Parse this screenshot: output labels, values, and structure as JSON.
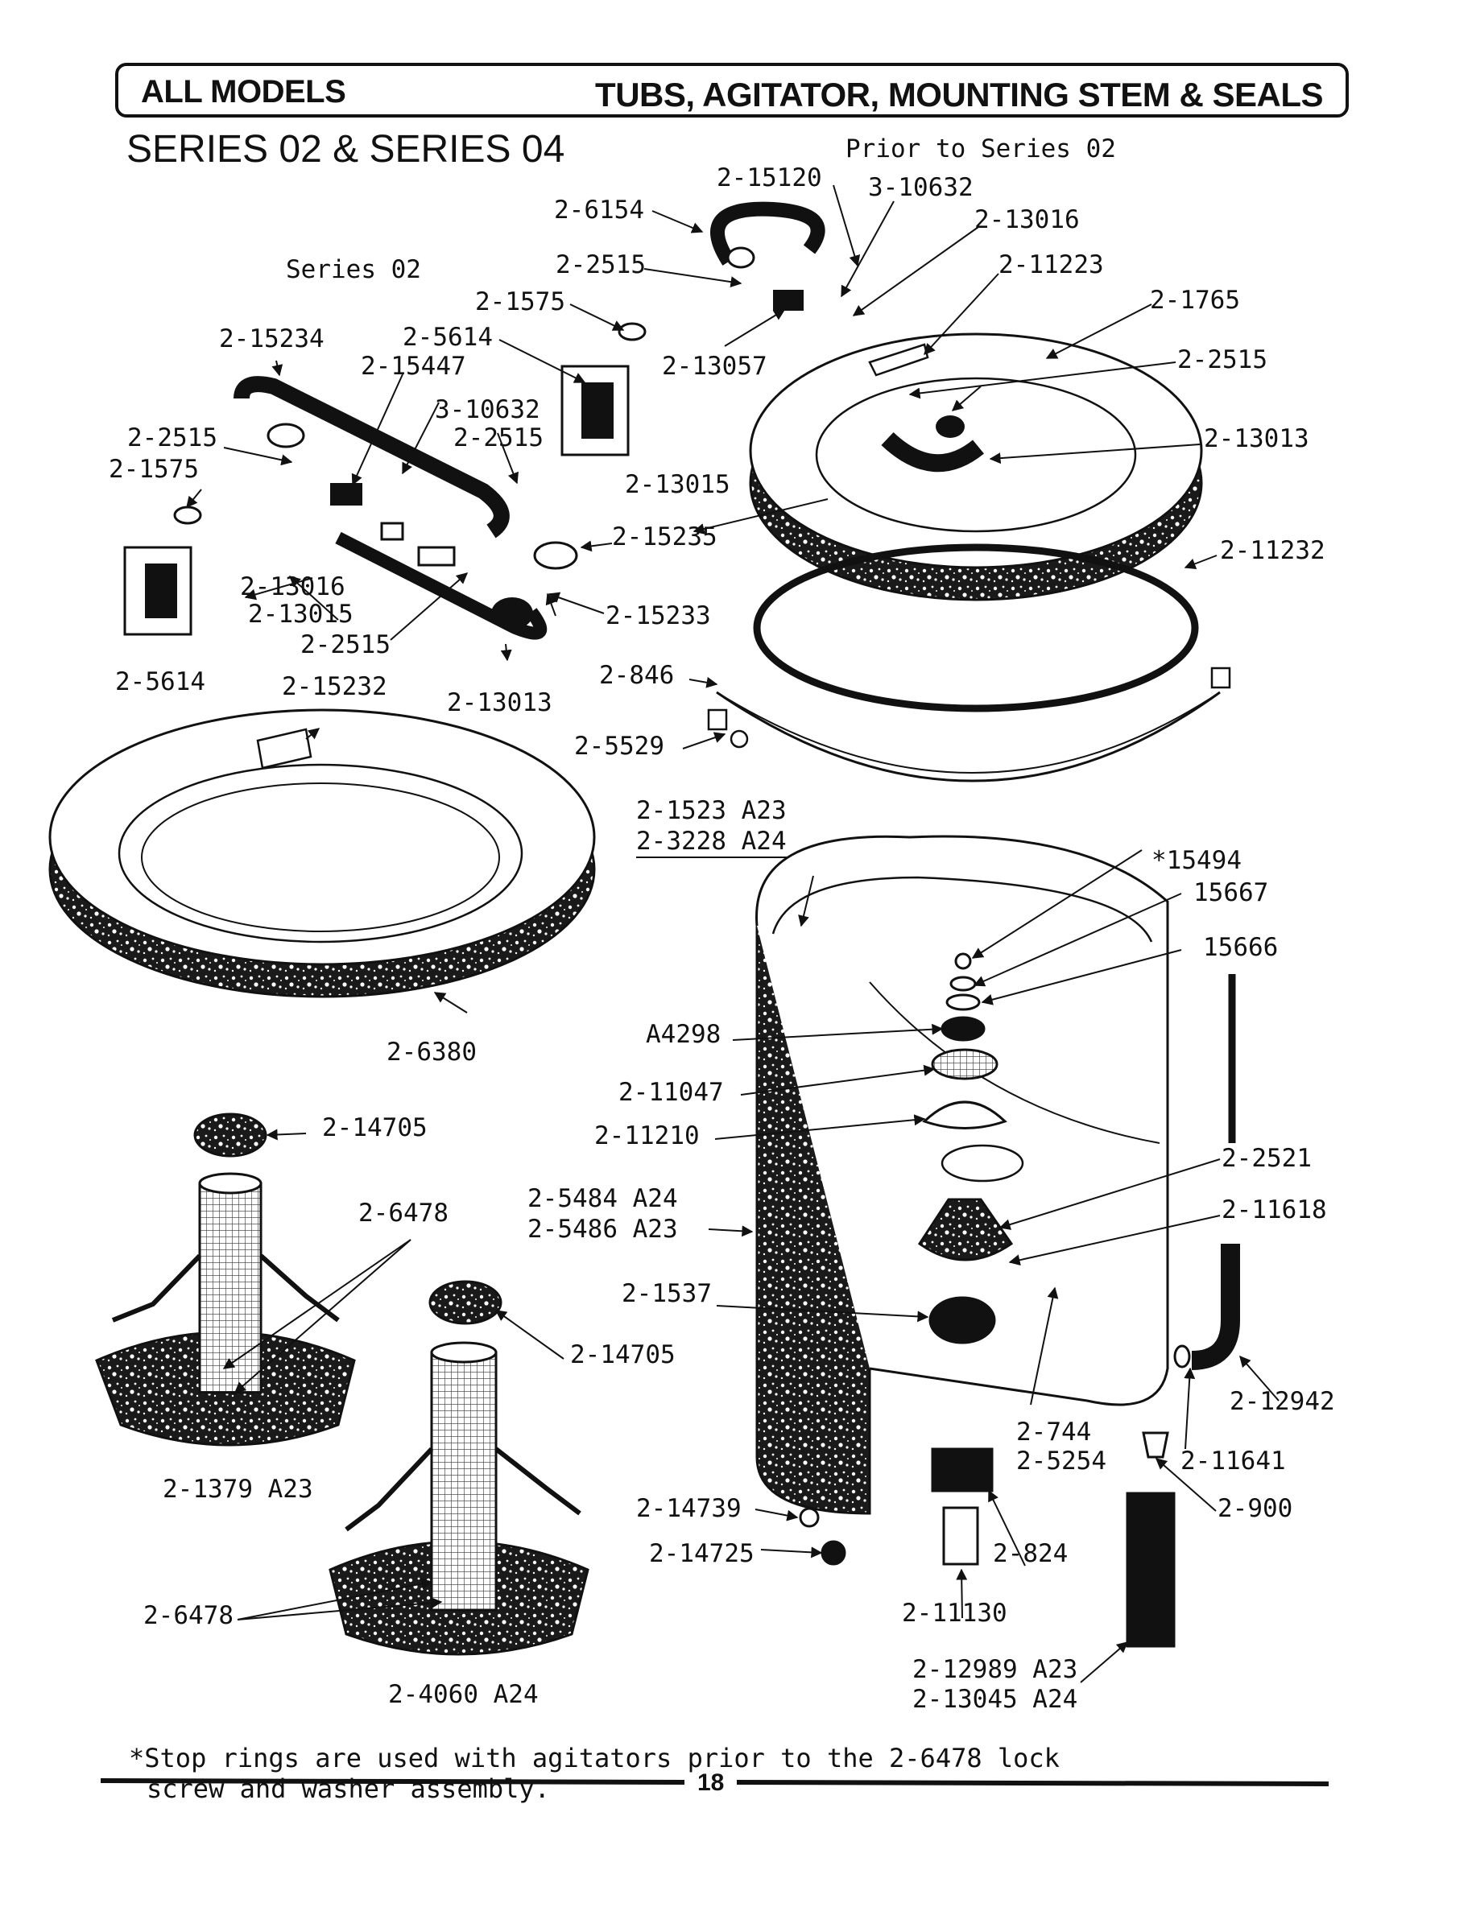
{
  "header": {
    "left_title": "ALL MODELS",
    "right_title": "TUBS, AGITATOR, MOUNTING STEM & SEALS"
  },
  "series_title": "SERIES 02 & SERIES 04",
  "labels": {
    "prior_to_series_02": "Prior to Series 02",
    "series_02": "Series 02",
    "p_2_15120": "2-15120",
    "p_3_10632_top": "3-10632",
    "p_2_6154": "2-6154",
    "p_2_13016_top": "2-13016",
    "p_2_2515_top": "2-2515",
    "p_2_11223": "2-11223",
    "p_2_1575_top": "2-1575",
    "p_2_1765": "2-1765",
    "p_2_15234": "2-15234",
    "p_2_5614_top": "2-5614",
    "p_2_13057": "2-13057",
    "p_2_2515_right": "2-2515",
    "p_2_15447": "2-15447",
    "p_3_10632_mid": "3-10632",
    "p_2_2515_mid": "2-2515",
    "p_2_13013_right": "2-13013",
    "p_2_2515_left": "2-2515",
    "p_2_1575_left": "2-1575",
    "p_2_13015_right": "2-13015",
    "p_2_15235": "2-15235",
    "p_2_11232": "2-11232",
    "p_2_13016_left": "2-13016",
    "p_2_13015_left": "2-13015",
    "p_2_15233": "2-15233",
    "p_2_2515_low": "2-2515",
    "p_2_846": "2-846",
    "p_2_5614_left": "2-5614",
    "p_2_15232": "2-15232",
    "p_2_13013_low": "2-13013",
    "p_2_5529": "2-5529",
    "p_2_1523": "2-1523 A23",
    "p_2_3228": "2-3228 A24",
    "p_15494": "*15494",
    "p_15667": "15667",
    "p_15666": "15666",
    "p_2_6380": "2-6380",
    "p_a4298": "A4298",
    "p_2_11047": "2-11047",
    "p_2_14705_top": "2-14705",
    "p_2_11210": "2-11210",
    "p_2_2521": "2-2521",
    "p_2_6478_top": "2-6478",
    "p_2_5484": "2-5484 A24",
    "p_2_5486": "2-5486 A23",
    "p_2_11618": "2-11618",
    "p_2_1537": "2-1537",
    "p_2_14705_mid": "2-14705",
    "p_2_12942": "2-12942",
    "p_2_744": "2-744",
    "p_2_5254": "2-5254",
    "p_2_11641": "2-11641",
    "p_2_1379": "2-1379 A23",
    "p_2_14739": "2-14739",
    "p_2_900": "2-900",
    "p_2_14725": "2-14725",
    "p_2_824": "2-824",
    "p_2_6478_low": "2-6478",
    "p_2_11130": "2-11130",
    "p_2_12989": "2-12989 A23",
    "p_2_4060": "2-4060 A24",
    "p_2_13045": "2-13045 A24"
  },
  "footnote": {
    "line1": "*Stop rings are used with agitators prior to the 2-6478 lock",
    "line2": "screw and washer assembly."
  },
  "page_number": "18",
  "colors": {
    "ink": "#111111",
    "paper": "#ffffff",
    "speckle": "#1a1a1a"
  }
}
